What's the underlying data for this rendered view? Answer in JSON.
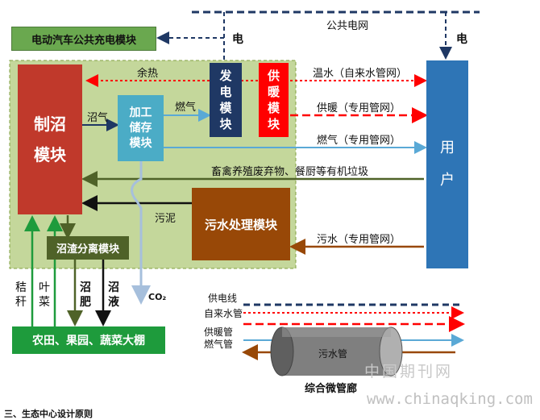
{
  "modules": {
    "ev_charging": "电动汽车公共充电模块",
    "biogas": "制沼\n模块",
    "storage": "加工\n储存\n模块",
    "power_gen": "发\n电\n模\n块",
    "heating": "供\n暖\n模\n块",
    "user": "用\n户",
    "residue": "沼渣分离模块",
    "sewage_treat": "污水处理模块",
    "farmland": "农田、果园、蔬菜大棚"
  },
  "labels": {
    "public_grid": "公共电网",
    "elec_left": "电",
    "elec_right": "电",
    "waste_heat": "余热",
    "biogas_gas": "沼气",
    "fuel_gas_1": "燃气",
    "warm_water": "温水（自来水管网）",
    "heating_net": "供暖（专用管网）",
    "gas_net": "燃气（专用管网）",
    "organic_waste": "畜禽养殖废弃物、餐厨等有机垃圾",
    "sludge": "污泥",
    "sewage_net": "污水（专用管网）",
    "co2": "CO₂",
    "straw": "秸\n秆",
    "leaves": "叶\n菜",
    "slurry_fert": "沼\n肥",
    "slurry_liquid": "沼\n液"
  },
  "legend": {
    "power_line": "供电线",
    "water_pipe": "自来水管",
    "heating_pipe": "供暖管",
    "gas_pipe": "燃气管",
    "sewage_pipe": "污水管",
    "corridor": "综合微管廊"
  },
  "watermark": {
    "cn": "中国期刊网",
    "url": "www.chinaqking.com"
  },
  "caption": "三、生态中心设计原则",
  "colors": {
    "green_zone": "#c4d79b",
    "biogas": "#c0392b",
    "storage": "#4bacc6",
    "power": "#1f3864",
    "heating": "#ff0000",
    "user": "#2e75b6",
    "residue": "#4f6228",
    "sewage": "#984807",
    "farm": "#1e9b3c",
    "ev": "#6aa84f"
  }
}
